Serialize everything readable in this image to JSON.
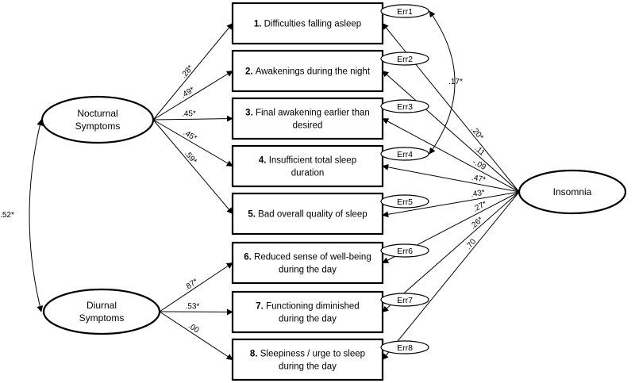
{
  "latents": {
    "nocturnal": [
      "Nocturnal",
      "Symptoms"
    ],
    "diurnal": [
      "Diurnal",
      "Symptoms"
    ],
    "insomnia": "Insomnia"
  },
  "items": [
    {
      "num": "1.",
      "lines": [
        "Difficulties falling asleep"
      ],
      "err": "Err1"
    },
    {
      "num": "2.",
      "lines": [
        "Awakenings during the night"
      ],
      "err": "Err2"
    },
    {
      "num": "3.",
      "lines": [
        "Final awakening earlier than",
        "desired"
      ],
      "err": "Err3"
    },
    {
      "num": "4.",
      "lines": [
        "Insufficient total sleep",
        "duration"
      ],
      "err": "Err4"
    },
    {
      "num": "5.",
      "lines": [
        "Bad overall quality of sleep"
      ],
      "err": "Err5"
    },
    {
      "num": "6.",
      "lines": [
        "Reduced sense of well-being",
        "during the day"
      ],
      "err": "Err6"
    },
    {
      "num": "7.",
      "lines": [
        "Functioning diminished",
        "during the day"
      ],
      "err": "Err7"
    },
    {
      "num": "8.",
      "lines": [
        "Sleepiness / urge to sleep",
        "during the day"
      ],
      "err": "Err8"
    }
  ],
  "loadings": {
    "nocturnal": [
      ".28*",
      ".49*",
      ".45*",
      ".45*",
      ".59*"
    ],
    "diurnal": [
      ".87*",
      ".53*",
      ".00"
    ],
    "insomnia": [
      ".20*",
      ".11",
      "-.09",
      ".47*",
      ".43*",
      ".27*",
      ".26*",
      ".70"
    ]
  },
  "correlations": {
    "factors": ".52*",
    "err1_err4": ".17*"
  }
}
